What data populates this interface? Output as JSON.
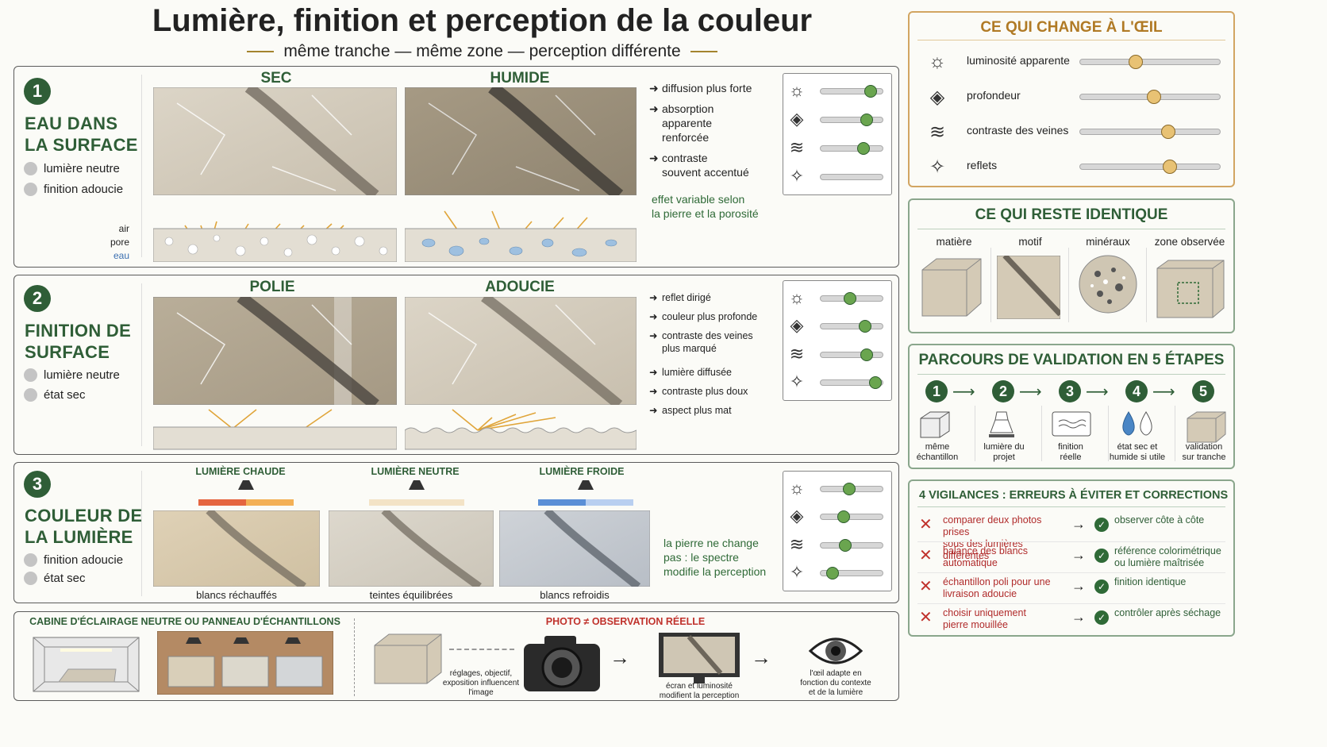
{
  "header": {
    "title": "Lumière, finition et perception de la couleur",
    "subtitle": "même tranche — même zone — perception différente"
  },
  "section1": {
    "num": "1",
    "title_l1": "EAU DANS",
    "title_l2": "LA SURFACE",
    "opt1": "lumière neutre",
    "opt2": "finition adoucie",
    "col1": "SEC",
    "col2": "HUMIDE",
    "legend_air": "air",
    "legend_pore": "pore",
    "legend_eau": "eau",
    "notes": [
      "diffusion plus forte",
      "absorption",
      "apparente",
      "renforcée",
      "contraste",
      "souvent accentué"
    ],
    "green_l1": "effet variable selon",
    "green_l2": "la pierre et la porosité",
    "levels": [
      0.8,
      0.74,
      0.69,
      0.0
    ]
  },
  "section2": {
    "num": "2",
    "title_l1": "FINITION DE",
    "title_l2": "SURFACE",
    "opt1": "lumière neutre",
    "opt2": "état sec",
    "col1": "POLIE",
    "col2": "ADOUCIE",
    "notes": [
      "reflet dirigé",
      "couleur plus profonde",
      "contraste des veines",
      "plus marqué",
      "lumière diffusée",
      "contraste plus doux",
      "aspect plus mat"
    ],
    "levels": [
      0.47,
      0.71,
      0.74,
      0.88
    ]
  },
  "section3": {
    "num": "3",
    "title_l1": "COULEUR DE",
    "title_l2": "LA LUMIÈRE",
    "opt1": "finition adoucie",
    "opt2": "état sec",
    "light1": "LUMIÈRE CHAUDE",
    "light2": "LUMIÈRE NEUTRE",
    "light3": "LUMIÈRE FROIDE",
    "cap1": "blancs réchauffés",
    "cap2": "teintes équilibrées",
    "cap3": "blancs refroidis",
    "green_l1": "la pierre ne change",
    "green_l2": "pas : le spectre",
    "green_l3": "modifie la perception",
    "levels": [
      0.46,
      0.38,
      0.4,
      0.2
    ]
  },
  "bottom": {
    "left_title": "CABINE D'ÉCLAIRAGE NEUTRE OU PANNEAU D'ÉCHANTILLONS",
    "right_title": "PHOTO ≠ OBSERVATION RÉELLE",
    "cap1_l1": "réglages, objectif,",
    "cap1_l2": "exposition influencent",
    "cap1_l3": "l'image",
    "cap2_l1": "écran et luminosité",
    "cap2_l2": "modifient la perception",
    "cap3_l1": "l'œil adapte en",
    "cap3_l2": "fonction du contexte",
    "cap3_l3": "et de la lumière"
  },
  "changes": {
    "title": "CE QUI CHANGE À L'ŒIL",
    "rows": [
      {
        "icon": "sun-icon",
        "label": "luminosité apparente",
        "level": 0.4
      },
      {
        "icon": "layers-icon",
        "label": "profondeur",
        "level": 0.53
      },
      {
        "icon": "waves-icon",
        "label": "contraste des veines",
        "level": 0.63
      },
      {
        "icon": "sparkle-icon",
        "label": "reflets",
        "level": 0.64
      }
    ]
  },
  "identical": {
    "title": "CE QUI RESTE IDENTIQUE",
    "items": [
      "matière",
      "motif",
      "minéraux",
      "zone observée"
    ]
  },
  "validation": {
    "title": "PARCOURS DE VALIDATION EN 5 ÉTAPES",
    "steps": [
      {
        "n": "1",
        "l1": "même",
        "l2": "échantillon"
      },
      {
        "n": "2",
        "l1": "lumière du",
        "l2": "projet"
      },
      {
        "n": "3",
        "l1": "finition",
        "l2": "réelle"
      },
      {
        "n": "4",
        "l1": "état sec et",
        "l2": "humide si utile"
      },
      {
        "n": "5",
        "l1": "validation",
        "l2": "sur tranche"
      }
    ]
  },
  "vigilance": {
    "title": "4 VIGILANCES : ERREURS À ÉVITER ET CORRECTIONS",
    "rows": [
      {
        "err1": "comparer deux photos prises",
        "err2": "sous des lumières différentes",
        "ok1": "observer côte à côte",
        "ok2": ""
      },
      {
        "err1": "balance des blancs",
        "err2": "automatique",
        "ok1": "référence colorimétrique",
        "ok2": "ou lumière maîtrisée"
      },
      {
        "err1": "échantillon poli pour une",
        "err2": "livraison adoucie",
        "ok1": "finition identique",
        "ok2": ""
      },
      {
        "err1": "choisir uniquement",
        "err2": "pierre mouillée",
        "ok1": "contrôler après séchage",
        "ok2": ""
      }
    ]
  },
  "colors": {
    "green": "#2f5e37",
    "orange": "#d2a562",
    "red": "#c0322c",
    "stone": "#c9bfad"
  }
}
